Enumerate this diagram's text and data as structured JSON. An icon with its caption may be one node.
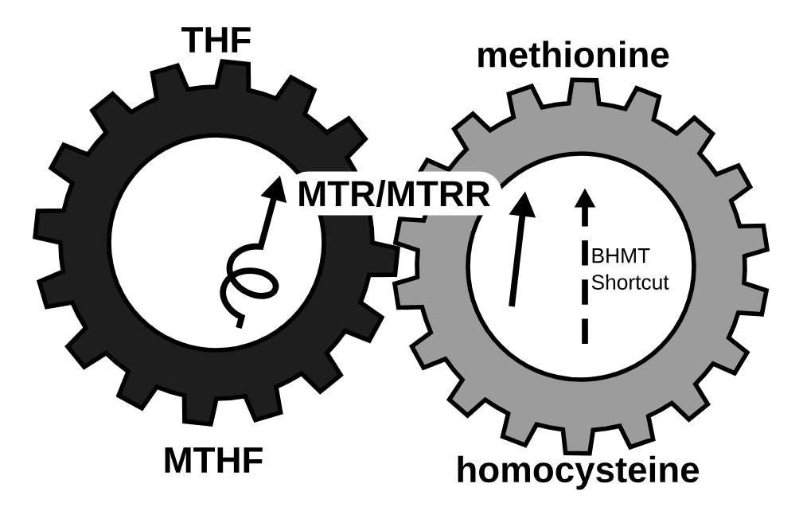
{
  "diagram": {
    "nodes": [
      {
        "text": [
          "THF",
          "MTHF"
        ]
      },
      {
        "text": [
          "methionine",
          "homocysteine"
        ]
      }
    ],
    "labels": [
      "MTR/MTRR",
      "BHMT Shortcut"
    ]
  }
}
